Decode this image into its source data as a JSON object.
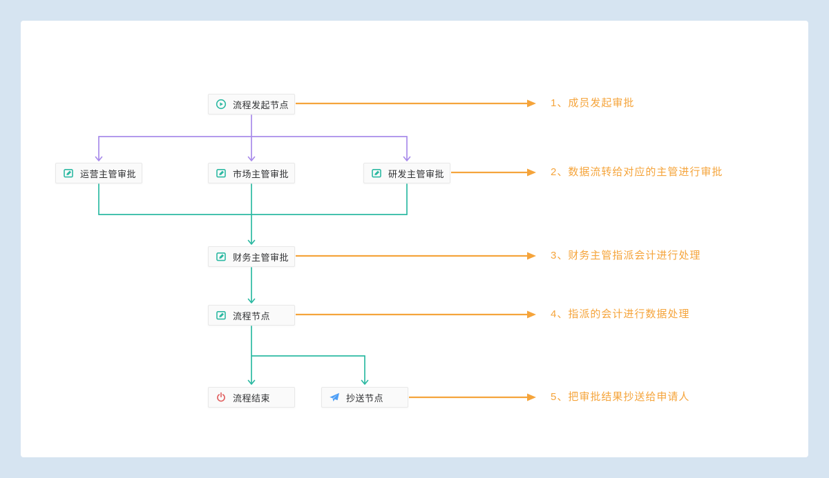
{
  "diagram": {
    "type": "approval-workflow-flowchart",
    "flow_nodes": [
      {
        "id": "start",
        "label": "流程发起节点",
        "icon": "play-circle-icon"
      },
      {
        "id": "ops",
        "label": "运营主管审批",
        "icon": "approval-icon"
      },
      {
        "id": "market",
        "label": "市场主管审批",
        "icon": "approval-icon"
      },
      {
        "id": "rd",
        "label": "研发主管审批",
        "icon": "approval-icon"
      },
      {
        "id": "finance",
        "label": "财务主管审批",
        "icon": "approval-icon"
      },
      {
        "id": "process",
        "label": "流程节点",
        "icon": "approval-icon"
      },
      {
        "id": "end",
        "label": "流程结束",
        "icon": "power-icon"
      },
      {
        "id": "cc",
        "label": "抄送节点",
        "icon": "paper-plane-icon"
      }
    ],
    "annotations": [
      "1、成员发起审批",
      "2、数据流转给对应的主管进行审批",
      "3、财务主管指派会计进行处理",
      "4、指派的会计进行数据处理",
      "5、把审批结果抄送给申请人"
    ],
    "colors": {
      "page_background": "#d6e4f1",
      "canvas_background": "#ffffff",
      "node_background": "#fafafa",
      "node_border": "#e8e8e8",
      "node_text": "#303133",
      "branch_connector_purple": "#a88bea",
      "merge_connector_teal": "#2cb9a2",
      "annotation_orange": "#f5a43b",
      "end_icon_red": "#e05c5c",
      "cc_icon_blue": "#4d9ef6"
    }
  }
}
